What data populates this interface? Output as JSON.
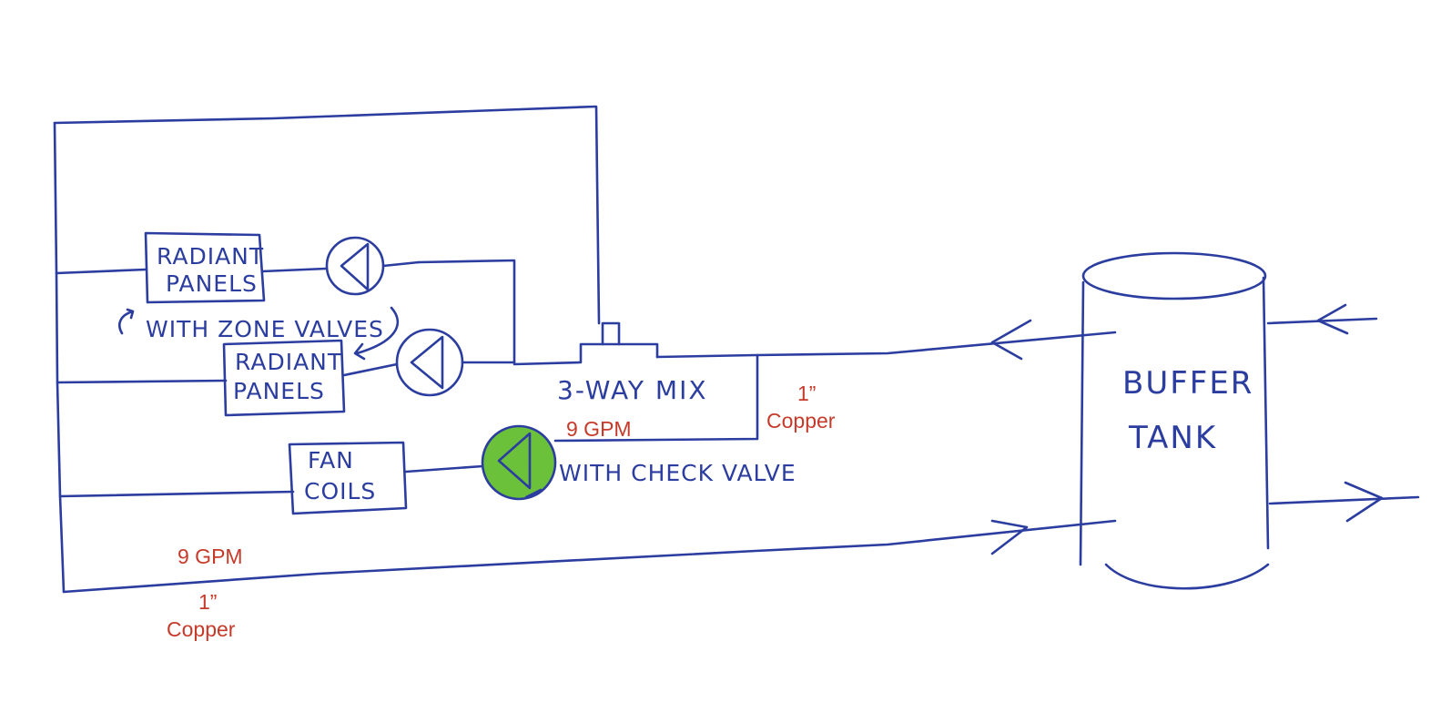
{
  "components": {
    "radiant_panels_1": {
      "line1": "RADIANT",
      "line2": "PANELS"
    },
    "zone_valves_note": "WITH ZONE VALVES",
    "radiant_panels_2": {
      "line1": "RADIANT",
      "line2": "PANELS"
    },
    "mixing_valve": "3-WAY MIX",
    "fan_coils": {
      "line1": "FAN",
      "line2": "COILS"
    },
    "check_valve_note": "WITH CHECK VALVE",
    "buffer_tank": {
      "line1": "BUFFER",
      "line2": "TANK"
    }
  },
  "annotations": {
    "flow_mix": "9 GPM",
    "pipe_supply": {
      "size": "1”",
      "material": "Copper"
    },
    "flow_return": "9 GPM",
    "pipe_return": {
      "size": "1”",
      "material": "Copper"
    }
  },
  "colors": {
    "ink": "#2c3da0",
    "annotation": "#c63a2a",
    "highlighted_pump": "#6cc13b"
  }
}
